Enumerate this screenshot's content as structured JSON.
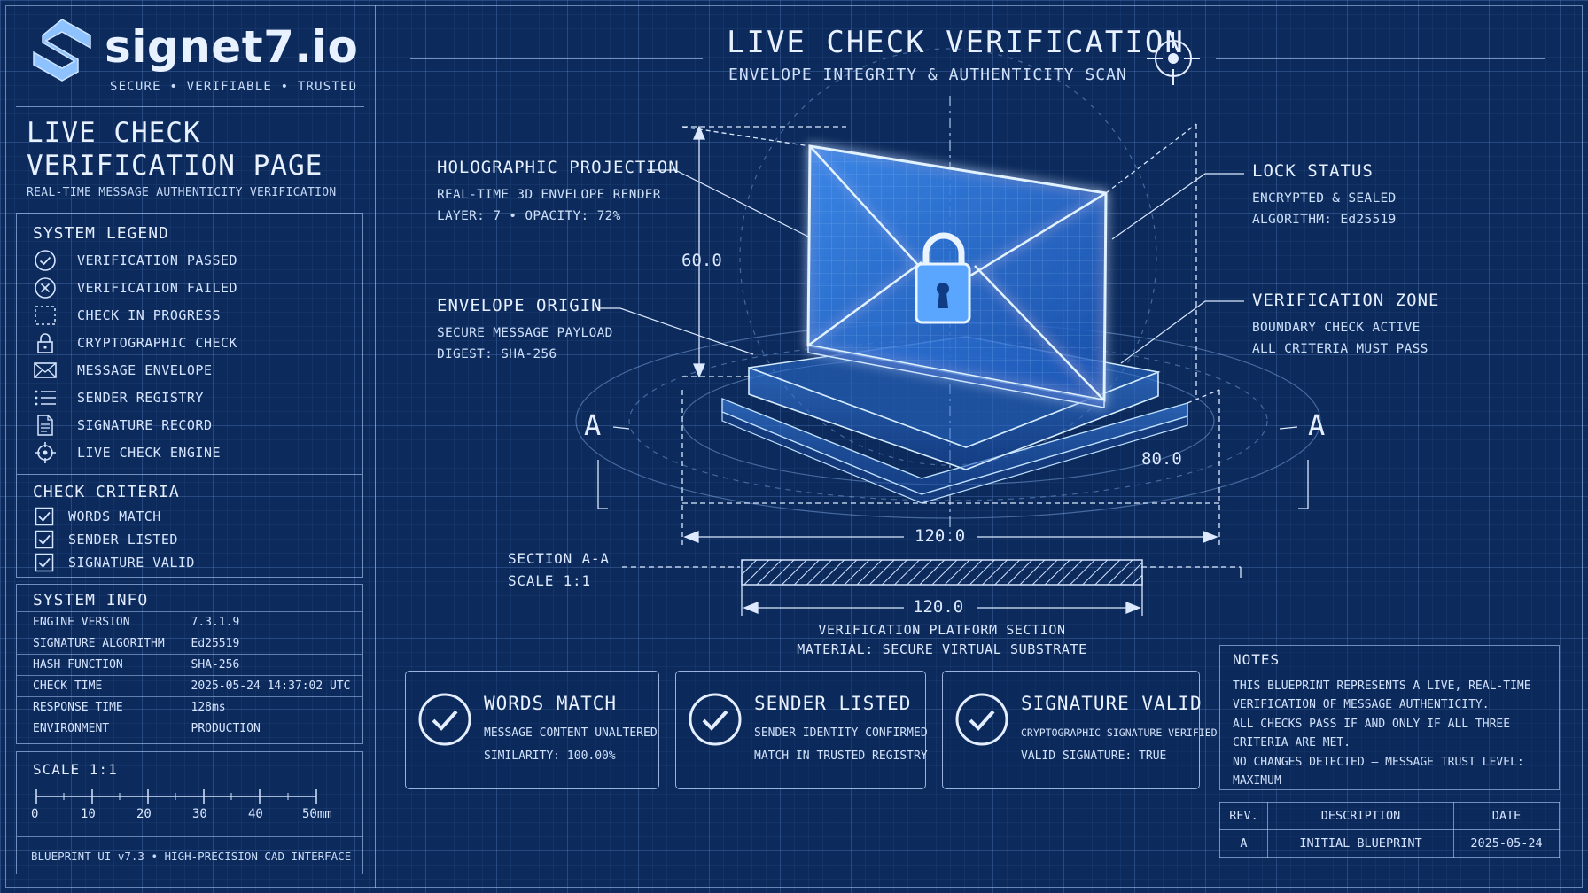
{
  "brand": {
    "name": "signet7.io",
    "tagline": "SECURE • VERIFIABLE • TRUSTED"
  },
  "page": {
    "title": "LIVE CHECK VERIFICATION PAGE",
    "subtitle": "REAL-TIME MESSAGE AUTHENTICITY VERIFICATION"
  },
  "legend": {
    "heading": "SYSTEM LEGEND",
    "items": [
      {
        "icon": "check-circle-icon",
        "label": "VERIFICATION PASSED"
      },
      {
        "icon": "x-circle-icon",
        "label": "VERIFICATION FAILED"
      },
      {
        "icon": "dashed-square-icon",
        "label": "CHECK IN PROGRESS"
      },
      {
        "icon": "lock-icon",
        "label": "CRYPTOGRAPHIC CHECK"
      },
      {
        "icon": "envelope-icon",
        "label": "MESSAGE ENVELOPE"
      },
      {
        "icon": "list-icon",
        "label": "SENDER REGISTRY"
      },
      {
        "icon": "document-icon",
        "label": "SIGNATURE RECORD"
      },
      {
        "icon": "crosshair-icon",
        "label": "LIVE CHECK ENGINE"
      }
    ]
  },
  "criteria": {
    "heading": "CHECK CRITERIA",
    "items": [
      "WORDS MATCH",
      "SENDER LISTED",
      "SIGNATURE VALID"
    ]
  },
  "system_info": {
    "heading": "SYSTEM INFO",
    "rows": [
      {
        "key": "ENGINE VERSION",
        "value": "7.3.1.9"
      },
      {
        "key": "SIGNATURE ALGORITHM",
        "value": "Ed25519"
      },
      {
        "key": "HASH FUNCTION",
        "value": "SHA-256"
      },
      {
        "key": "CHECK TIME",
        "value": "2025-05-24 14:37:02 UTC"
      },
      {
        "key": "RESPONSE TIME",
        "value": "128ms"
      },
      {
        "key": "ENVIRONMENT",
        "value": "PRODUCTION"
      }
    ]
  },
  "scale": {
    "heading": "SCALE 1:1",
    "ticks": [
      "0",
      "10",
      "20",
      "30",
      "40",
      "50mm"
    ],
    "footer": "BLUEPRINT UI v7.3 • HIGH-PRECISION CAD INTERFACE"
  },
  "main": {
    "title": "LIVE CHECK VERIFICATION",
    "subtitle": "ENVELOPE INTEGRITY & AUTHENTICITY SCAN"
  },
  "callouts": {
    "holo": {
      "title": "HOLOGRAPHIC PROJECTION",
      "line1": "REAL-TIME 3D ENVELOPE RENDER",
      "line2": "LAYER: 7 • OPACITY: 72%"
    },
    "origin": {
      "title": "ENVELOPE ORIGIN",
      "line1": "SECURE MESSAGE PAYLOAD",
      "line2": "DIGEST: SHA-256"
    },
    "lock": {
      "title": "LOCK STATUS",
      "line1": "ENCRYPTED & SEALED",
      "line2": "ALGORITHM: Ed25519"
    },
    "zone": {
      "title": "VERIFICATION ZONE",
      "line1": "BOUNDARY CHECK ACTIVE",
      "line2": "ALL CRITERIA MUST PASS"
    }
  },
  "dimensions": {
    "height": "60.0",
    "depth": "80.0",
    "width": "120.0",
    "section_width": "120.0",
    "section_letter": "A"
  },
  "section": {
    "label": "SECTION A-A",
    "scale": "SCALE 1:1",
    "caption1": "VERIFICATION PLATFORM SECTION",
    "caption2": "MATERIAL: SECURE VIRTUAL SUBSTRATE"
  },
  "checks": [
    {
      "title": "WORDS MATCH",
      "line1": "MESSAGE CONTENT UNALTERED",
      "line2": "SIMILARITY: 100.00%"
    },
    {
      "title": "SENDER LISTED",
      "line1": "SENDER IDENTITY CONFIRMED",
      "line2": "MATCH IN TRUSTED REGISTRY"
    },
    {
      "title": "SIGNATURE VALID",
      "line1": "CRYPTOGRAPHIC SIGNATURE VERIFIED",
      "line2": "VALID SIGNATURE: TRUE"
    }
  ],
  "notes": {
    "heading": "NOTES",
    "p1": "THIS BLUEPRINT REPRESENTS A LIVE, REAL-TIME VERIFICATION OF MESSAGE AUTHENTICITY.",
    "p2": "ALL CHECKS PASS IF AND ONLY IF ALL THREE CRITERIA ARE MET.",
    "p3": "NO CHANGES DETECTED — MESSAGE TRUST LEVEL: MAXIMUM"
  },
  "revision": {
    "headers": [
      "REV.",
      "DESCRIPTION",
      "DATE"
    ],
    "rows": [
      [
        "A",
        "INITIAL BLUEPRINT",
        "2025-05-24"
      ]
    ]
  },
  "colors": {
    "background": "#0c2a5c",
    "line": "#b4d2ff",
    "glow": "#4aa8ff"
  }
}
